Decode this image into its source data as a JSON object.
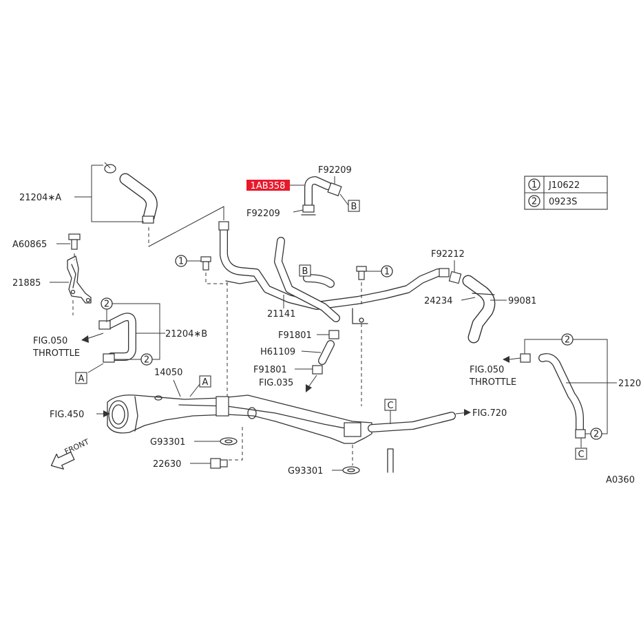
{
  "labels": {
    "hose_a": "21204∗A",
    "hose_b": "21204∗B",
    "bolt_a": "A60865",
    "bracket": "21885",
    "highlight_part": "1AB358",
    "clamp_top_right": "F92209",
    "clamp_top_left": "F92209",
    "pipe_main": "21141",
    "clamp_f92212": "F92212",
    "hose_24234": "24234",
    "hose_99081": "99081",
    "clamp_f91801_a": "F91801",
    "hose_h61109": "H61109",
    "clamp_f91801_b": "F91801",
    "fig_035": "FIG.035",
    "housing": "14050",
    "fig_450": "FIG.450",
    "fig_720": "FIG.720",
    "gasket_left": "G93301",
    "gasket_right": "G93301",
    "sensor": "22630",
    "fig_050_left_line1": "FIG.050",
    "fig_050_left_line2": "THROTTLE",
    "fig_050_right_line1": "FIG.050",
    "fig_050_right_line2": "THROTTLE",
    "hose_21204_right": "2120",
    "front": "FRONT",
    "drawing_code": "A0360"
  },
  "ref_boxes": {
    "a": "A",
    "b": "B",
    "c": "C"
  },
  "callouts": {
    "one": "1",
    "two": "2"
  },
  "legend": [
    {
      "num": "1",
      "part": "J10622"
    },
    {
      "num": "2",
      "part": "0923S"
    }
  ],
  "highlight_color": "#e8192c"
}
